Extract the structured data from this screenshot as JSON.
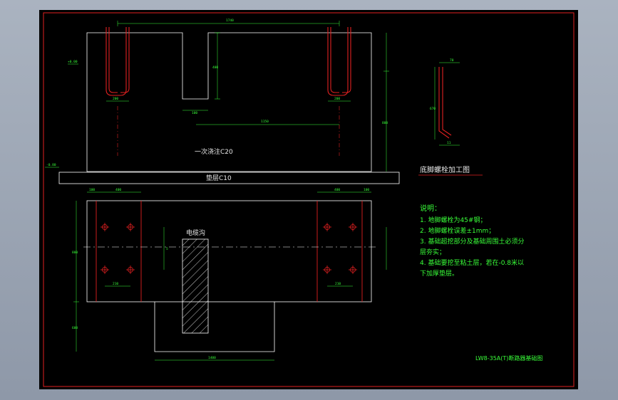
{
  "drawing": {
    "title_block": "LW8-35A(T)断路器基础图",
    "pour_label": "一次浇注C20",
    "cushion_label": "垫层C10",
    "trench_label": "电缆沟",
    "bolt_detail_title": "底脚螺栓加工图",
    "notes_heading": "说明：",
    "notes": [
      "1. 地脚螺栓为45#钢；",
      "2. 地脚螺栓误差±1mm；",
      "3. 基础超挖部分及基础周围土必须分",
      "层夯实；",
      "4. 基础要挖至粘土层，若在-0.8米以",
      "下加厚垫层。"
    ],
    "dims": {
      "top_width": "1740",
      "slot_depth": "400",
      "slot_width": "100",
      "bolt_spacing_top": "1150",
      "bolt_pair_left": "200",
      "bolt_pair_right": "200",
      "elev_right": "800",
      "elev_mark_top": "+0.00",
      "elev_mark_bottom": "-0.80",
      "bolt_top": "70",
      "bolt_height": "670",
      "bolt_foot": "11",
      "plan_block_l": "400",
      "plan_edge_l": "100",
      "plan_block_r": "400",
      "plan_edge_r": "100",
      "plan_height": "800",
      "plan_bolt_l": "210",
      "plan_bolt_r": "210",
      "plan_lower": "600",
      "plan_bottom": "1400",
      "plan_side": "5"
    },
    "colors": {
      "sheet": "#000000",
      "border": "#e02020",
      "outline": "#ffffff",
      "dimension": "#39ff39",
      "rebar": "#e02020",
      "hatch": "#ffffff"
    }
  }
}
